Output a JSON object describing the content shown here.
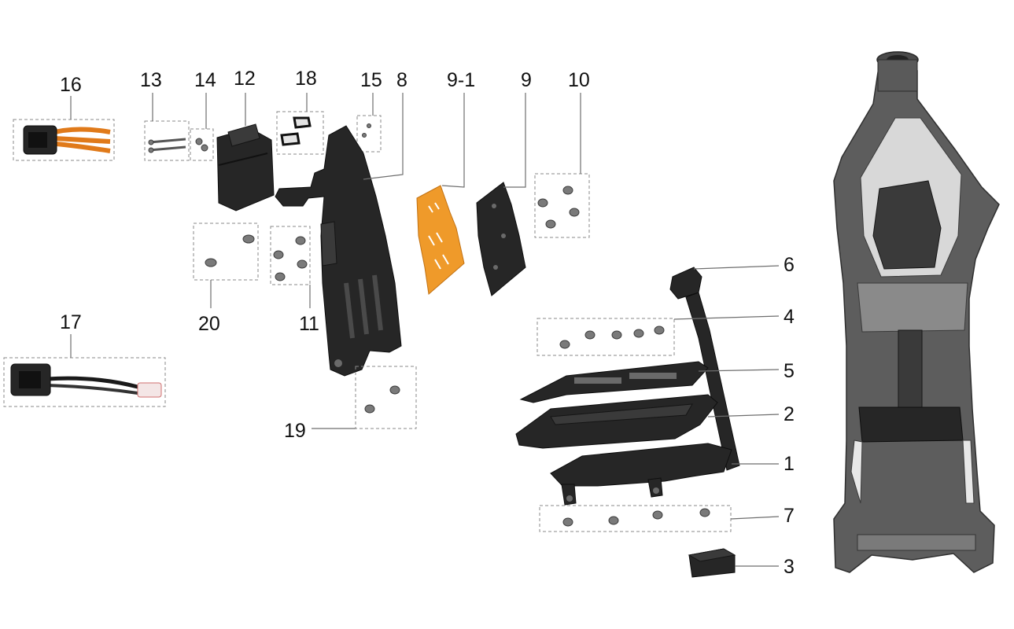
{
  "part_labels": {
    "p1": "1",
    "p2": "2",
    "p3": "3",
    "p4": "4",
    "p5": "5",
    "p6": "6",
    "p7": "7",
    "p8": "8",
    "p9": "9",
    "p9_1": "9-1",
    "p10": "10",
    "p11": "11",
    "p12": "12",
    "p13": "13",
    "p14": "14",
    "p15": "15",
    "p16": "16",
    "p17": "17",
    "p18": "18",
    "p19": "19",
    "p20": "20"
  },
  "colors": {
    "part_dark": "#262626",
    "highlight_part": "#ef9a2a",
    "frame_gray": "#5d5d5d",
    "leader_line": "#6e6e6e"
  }
}
